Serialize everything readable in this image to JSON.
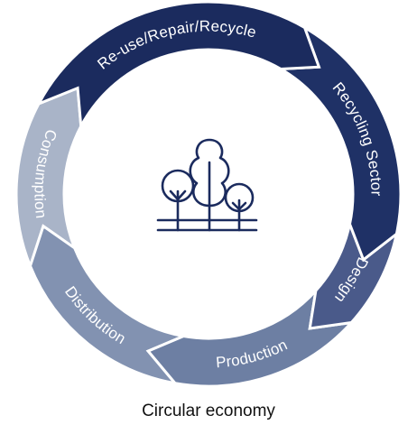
{
  "caption": "Circular economy",
  "center_icon": "trees-icon",
  "colors": {
    "dark_navy": "#1b2b5e",
    "mid_navy": "#2e3f72",
    "slate": "#4a5a8a",
    "steel": "#6d7fa3",
    "light_steel": "#8c9bb7",
    "pale": "#a9b4c8",
    "icon_stroke": "#1b2b5e"
  },
  "segments": [
    {
      "label": "Re-use/Repair/Recycle",
      "color": "#1b2b5e"
    },
    {
      "label": "Recycling Sector",
      "color": "#1f3166"
    },
    {
      "label": "Design",
      "color": "#4a5a8a"
    },
    {
      "label": "Production",
      "color": "#6d7fa3"
    },
    {
      "label": "Distribution",
      "color": "#8292b1"
    },
    {
      "label": "Consumption",
      "color": "#a9b4c8"
    }
  ]
}
